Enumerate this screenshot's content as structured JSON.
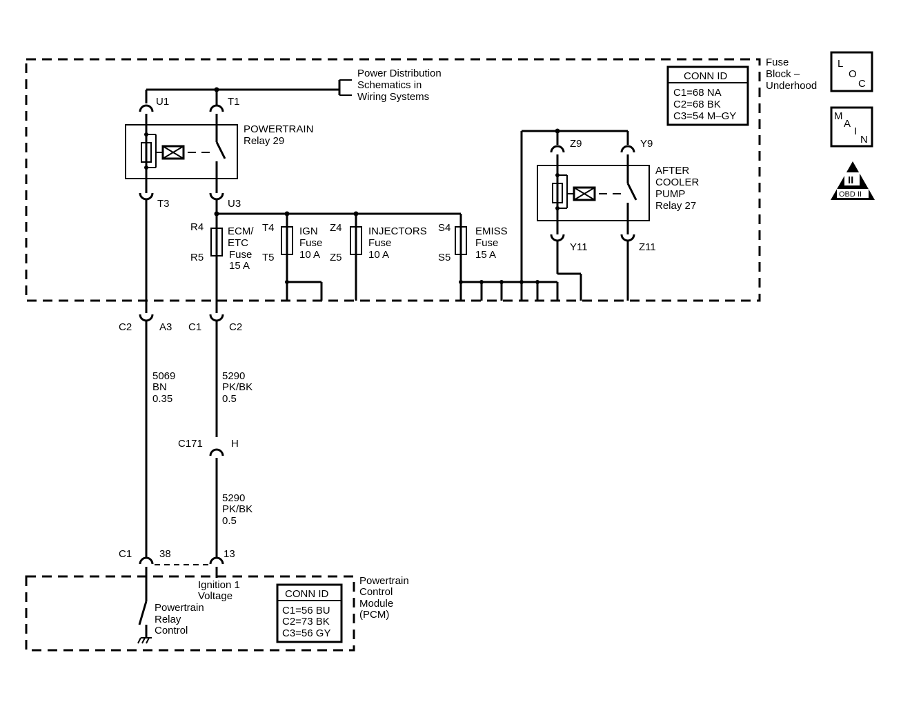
{
  "fuse_block": {
    "title_lines": [
      "Fuse",
      "Block –",
      "Underhood"
    ],
    "conn_id": {
      "header": "CONN ID",
      "rows": [
        "C1=68 NA",
        "C2=68 BK",
        "C3=54 M–GY"
      ]
    },
    "power_dist_lines": [
      "Power Distribution",
      "Schematics in",
      "Wiring Systems"
    ]
  },
  "powertrain_relay": {
    "lines": [
      "POWERTRAIN",
      "Relay 29"
    ],
    "pins": {
      "u1": "U1",
      "t1": "T1",
      "t3": "T3",
      "u3": "U3"
    }
  },
  "after_cooler_relay": {
    "lines": [
      "AFTER",
      "COOLER",
      "PUMP",
      "Relay 27"
    ],
    "pins": {
      "z9": "Z9",
      "y9": "Y9",
      "y11": "Y11",
      "z11": "Z11"
    }
  },
  "fuses": {
    "ecm": {
      "lines": [
        "ECM/",
        "ETC",
        "Fuse",
        "15 A"
      ],
      "top": "R4",
      "bottom": "R5"
    },
    "ign": {
      "lines": [
        "IGN",
        "Fuse",
        "10 A"
      ],
      "top": "T4",
      "bottom": "T5"
    },
    "injectors": {
      "lines": [
        "INJECTORS",
        "Fuse",
        "10 A"
      ],
      "top": "Z4",
      "bottom": "Z5"
    },
    "emiss": {
      "lines": [
        "EMISS",
        "Fuse",
        "15 A"
      ],
      "top": "S4",
      "bottom": "S5"
    }
  },
  "connectors": {
    "left_c2": "C2",
    "left_a3": "A3",
    "right_c1": "C1",
    "right_c2": "C2",
    "c171": "C171",
    "h": "H",
    "pcm_c1": "C1",
    "pcm_38": "38",
    "pcm_13": "13"
  },
  "wires": {
    "w5069": [
      "5069",
      "BN",
      "0.35"
    ],
    "w5290a": [
      "5290",
      "PK/BK",
      "0.5"
    ],
    "w5290b": [
      "5290",
      "PK/BK",
      "0.5"
    ]
  },
  "pcm": {
    "title_lines": [
      "Powertrain",
      "Control",
      "Module",
      "(PCM)"
    ],
    "ignition_lines": [
      "Ignition 1",
      "Voltage"
    ],
    "relay_control_lines": [
      "Powertrain",
      "Relay",
      "Control"
    ],
    "conn_id": {
      "header": "CONN ID",
      "rows": [
        "C1=56 BU",
        "C2=73 BK",
        "C3=56 GY"
      ]
    }
  },
  "icons": {
    "loc": [
      "L",
      "O",
      "C"
    ],
    "main": [
      "M",
      "A",
      "I",
      "N"
    ],
    "obd": {
      "symbol": "II",
      "label": "OBD II"
    }
  }
}
